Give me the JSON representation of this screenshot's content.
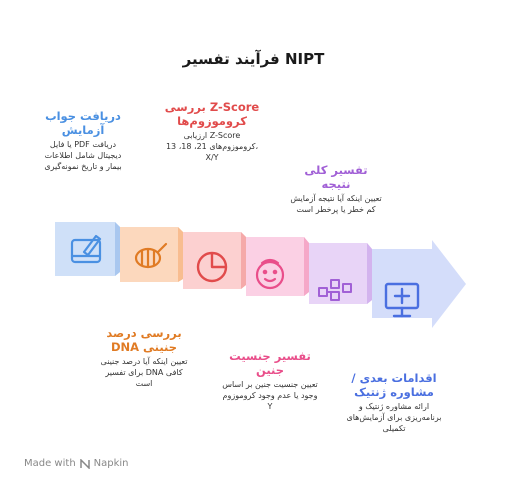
{
  "title": "فرآیند تفسیر NIPT",
  "steps": [
    {
      "title": "دریافت جواب آزمایش",
      "desc": "یا فایل PDF دریافت دیجیتال شامل اطلاعات بیمار و تاریخ نمونه‌گیری",
      "icon": "tablet-pen-icon",
      "color": "#4a90e2"
    },
    {
      "title": "بررسی درصد DNA جنینی",
      "desc": "تعیین اینکه آیا درصد جنینی برای تفسیر DNA کافی است",
      "icon": "dna-magnifier-icon",
      "color": "#e07b24"
    },
    {
      "title": "بررسی Z-Score کروموزوم‌ها",
      "desc": "ارزیابی Z-Score کروموزوم‌های 21، 18، 13، X/Y",
      "icon": "pie-chart-icon",
      "color": "#e14b4b"
    },
    {
      "title": "تفسیر جنسیت جنین",
      "desc": "تعیین جنسیت جنین بر اساس وجود یا عدم وجود کروموزوم Y",
      "icon": "baby-icon",
      "color": "#e94e8a"
    },
    {
      "title": "تفسیر کلی نتیجه",
      "desc": "تعیین اینکه آیا نتیجه آزمایش کم خطر یا پرخطر است",
      "icon": "flowchart-icon",
      "color": "#a160d6"
    },
    {
      "title": "اقدامات بعدی / مشاوره ژنتیک",
      "desc": "ارائه مشاوره ژنتیک و برنامه‌ریزی برای آزمایش‌های تکمیلی",
      "icon": "monitor-plus-icon",
      "color": "#4a6fe0"
    }
  ],
  "footer": {
    "label": "Made with",
    "brand": "Napkin"
  }
}
